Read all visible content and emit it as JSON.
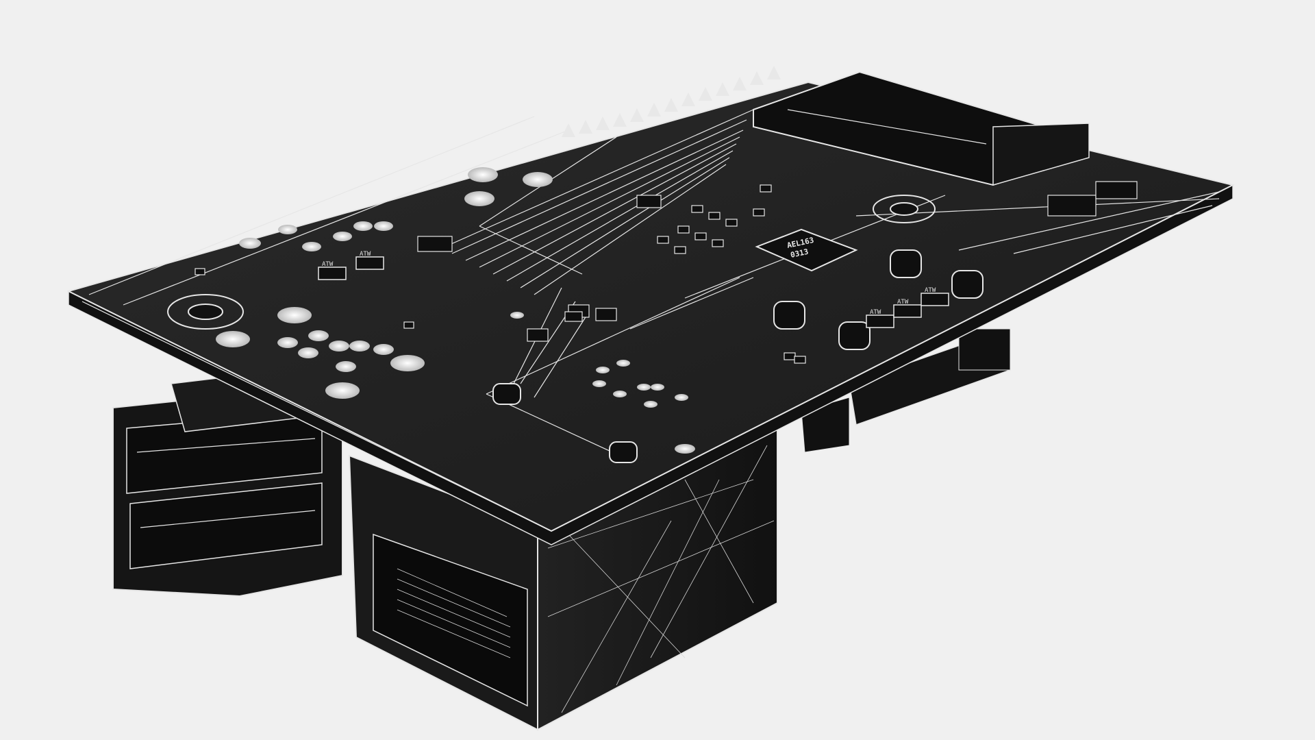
{
  "scene": {
    "subject": "Single-board computer PCB 3D render (wireframe overlay)",
    "background_color": "#f0f0f0",
    "board_color": "#1f1f1f",
    "wire_color": "#e6e6e6"
  },
  "chip": {
    "label_line1": "AEL163",
    "label_line2": "0313"
  },
  "resistor_markings": [
    "ATW",
    "ATW",
    "ATW",
    "ATW",
    "ATW"
  ],
  "connectors": {
    "usb": "dual-usb-a-port",
    "ethernet": "rj45-port",
    "gpio": "pin-header",
    "display": "ribbon-connector"
  }
}
